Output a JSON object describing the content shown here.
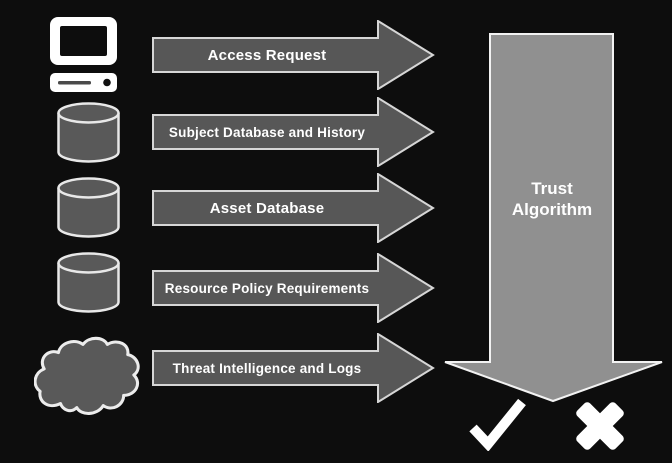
{
  "diagram": {
    "background_color": "#0d0d0d",
    "colors": {
      "input_arrow_fill": "#575757",
      "input_arrow_outline": "#d6d6d6",
      "trust_arrow_fill": "#909090",
      "trust_arrow_outline": "#f2f2f2",
      "icon_fill": "#595959",
      "icon_outline": "#e8e8e8",
      "text_color": "#ffffff"
    },
    "inputs": [
      {
        "icon": "computer-icon",
        "label": "Access Request"
      },
      {
        "icon": "database-icon",
        "label": "Subject Database and History"
      },
      {
        "icon": "database-icon",
        "label": "Asset Database"
      },
      {
        "icon": "database-icon",
        "label": "Resource Policy Requirements"
      },
      {
        "icon": "cloud-icon",
        "label": "Threat Intelligence and Logs"
      }
    ],
    "processor": {
      "label": "Trust Algorithm"
    },
    "outcomes": {
      "allow_icon": "checkmark-icon",
      "deny_icon": "x-icon"
    }
  }
}
